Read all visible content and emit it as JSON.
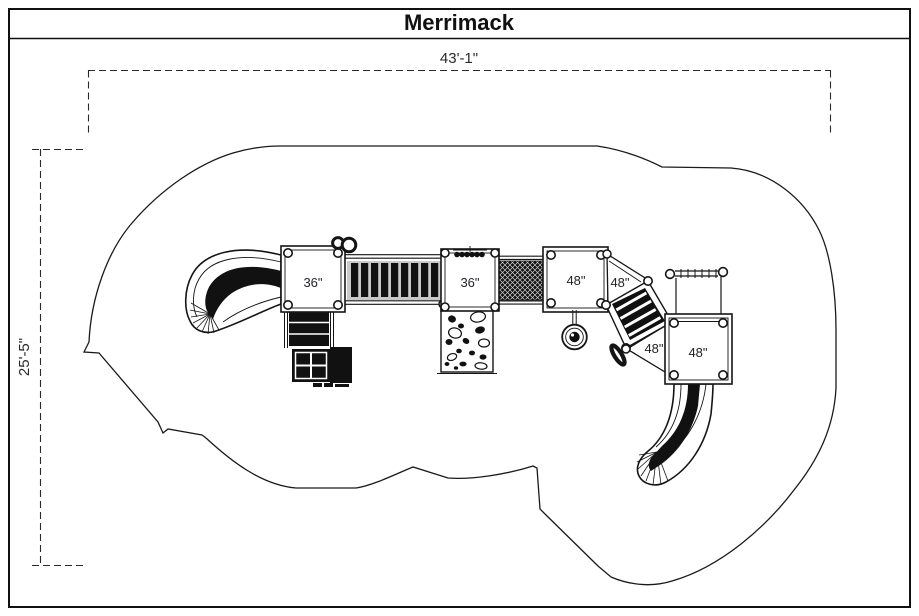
{
  "title": "Merrimack",
  "dimensions": {
    "width": "43'-1\"",
    "height": "25'-5\""
  },
  "decks": [
    {
      "name": "deck-36-left",
      "label": "36\""
    },
    {
      "name": "deck-36-middle",
      "label": "36\""
    },
    {
      "name": "deck-48-main",
      "label": "48\""
    },
    {
      "name": "deck-48-triangle-upper",
      "label": "48\""
    },
    {
      "name": "deck-48-triangle-lower",
      "label": "48\""
    },
    {
      "name": "deck-48-right",
      "label": "48\""
    }
  ],
  "equipment": [
    "left-wave-slide-icon",
    "right-wave-slide-icon",
    "clatter-bridge-icon",
    "net-crossing-icon",
    "rock-climbing-wall-icon",
    "double-steering-wheel-icon",
    "ship-wheel-icon",
    "spinner-pole-icon",
    "angled-rung-bridge-icon",
    "overhead-bar-climber-icon",
    "entry-stairs-icon",
    "activity-panels-icon"
  ],
  "colors": {
    "ink": "#151515",
    "label": "#22232a",
    "background": "#ffffff",
    "panel_fill": "#111111",
    "deck_fill": "#ffffff"
  }
}
